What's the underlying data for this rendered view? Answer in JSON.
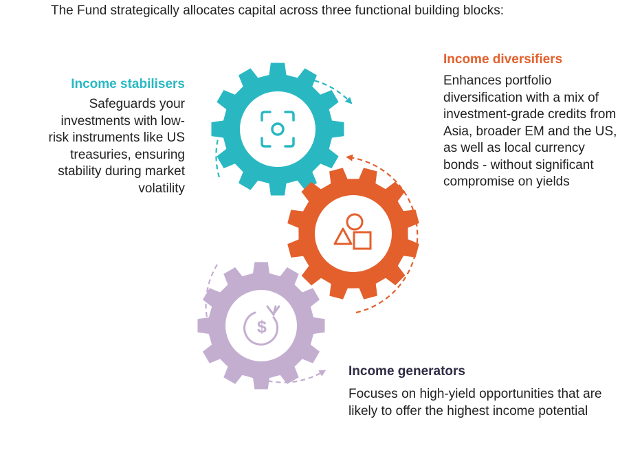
{
  "intro": "The Fund strategically allocates capital across three functional building blocks:",
  "blocks": {
    "stabilisers": {
      "title": "Income stabilisers",
      "body": "Safeguards your investments with low-risk instruments like US treasuries, ensuring stability during market volatility",
      "color": "#29b8c2",
      "icon": "camera-focus-icon"
    },
    "diversifiers": {
      "title": "Income diversifiers",
      "body": "Enhances portfolio diversification with a mix of investment-grade credits from Asia, broader EM and the US, as well as local currency bonds - without significant compromise on yields",
      "color": "#e3602d",
      "icon": "shapes-icon"
    },
    "generators": {
      "title": "Income generators",
      "body": "Focuses on high-yield opportunities that are likely to offer the highest income potential",
      "color": "#c3aed0",
      "icon": "dollar-cycle-icon"
    }
  }
}
